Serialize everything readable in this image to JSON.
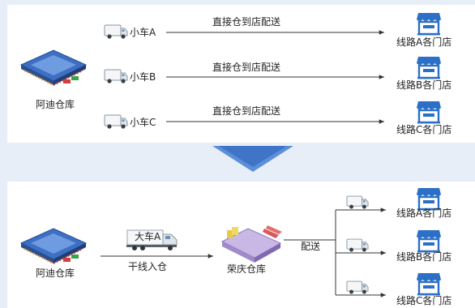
{
  "top": {
    "warehouse": "阿迪仓库",
    "routes": [
      {
        "van": "小车A",
        "action": "直接仓到店配送",
        "dest": "线路A各门店"
      },
      {
        "van": "小车B",
        "action": "直接仓到店配送",
        "dest": "线路B各门店"
      },
      {
        "van": "小车C",
        "action": "直接仓到店配送",
        "dest": "线路C各门店"
      }
    ]
  },
  "bottom": {
    "warehouse": "阿迪仓库",
    "truck": "大车A",
    "trunk": "干线入仓",
    "hub": "荣庆仓库",
    "delivery": "配送",
    "dests": [
      "线路A各门店",
      "线路B各门店",
      "线路C各门店"
    ]
  },
  "colors": {
    "accent": "#2b6fc7",
    "panel": "#ffffff",
    "background": "#e8eef8"
  }
}
